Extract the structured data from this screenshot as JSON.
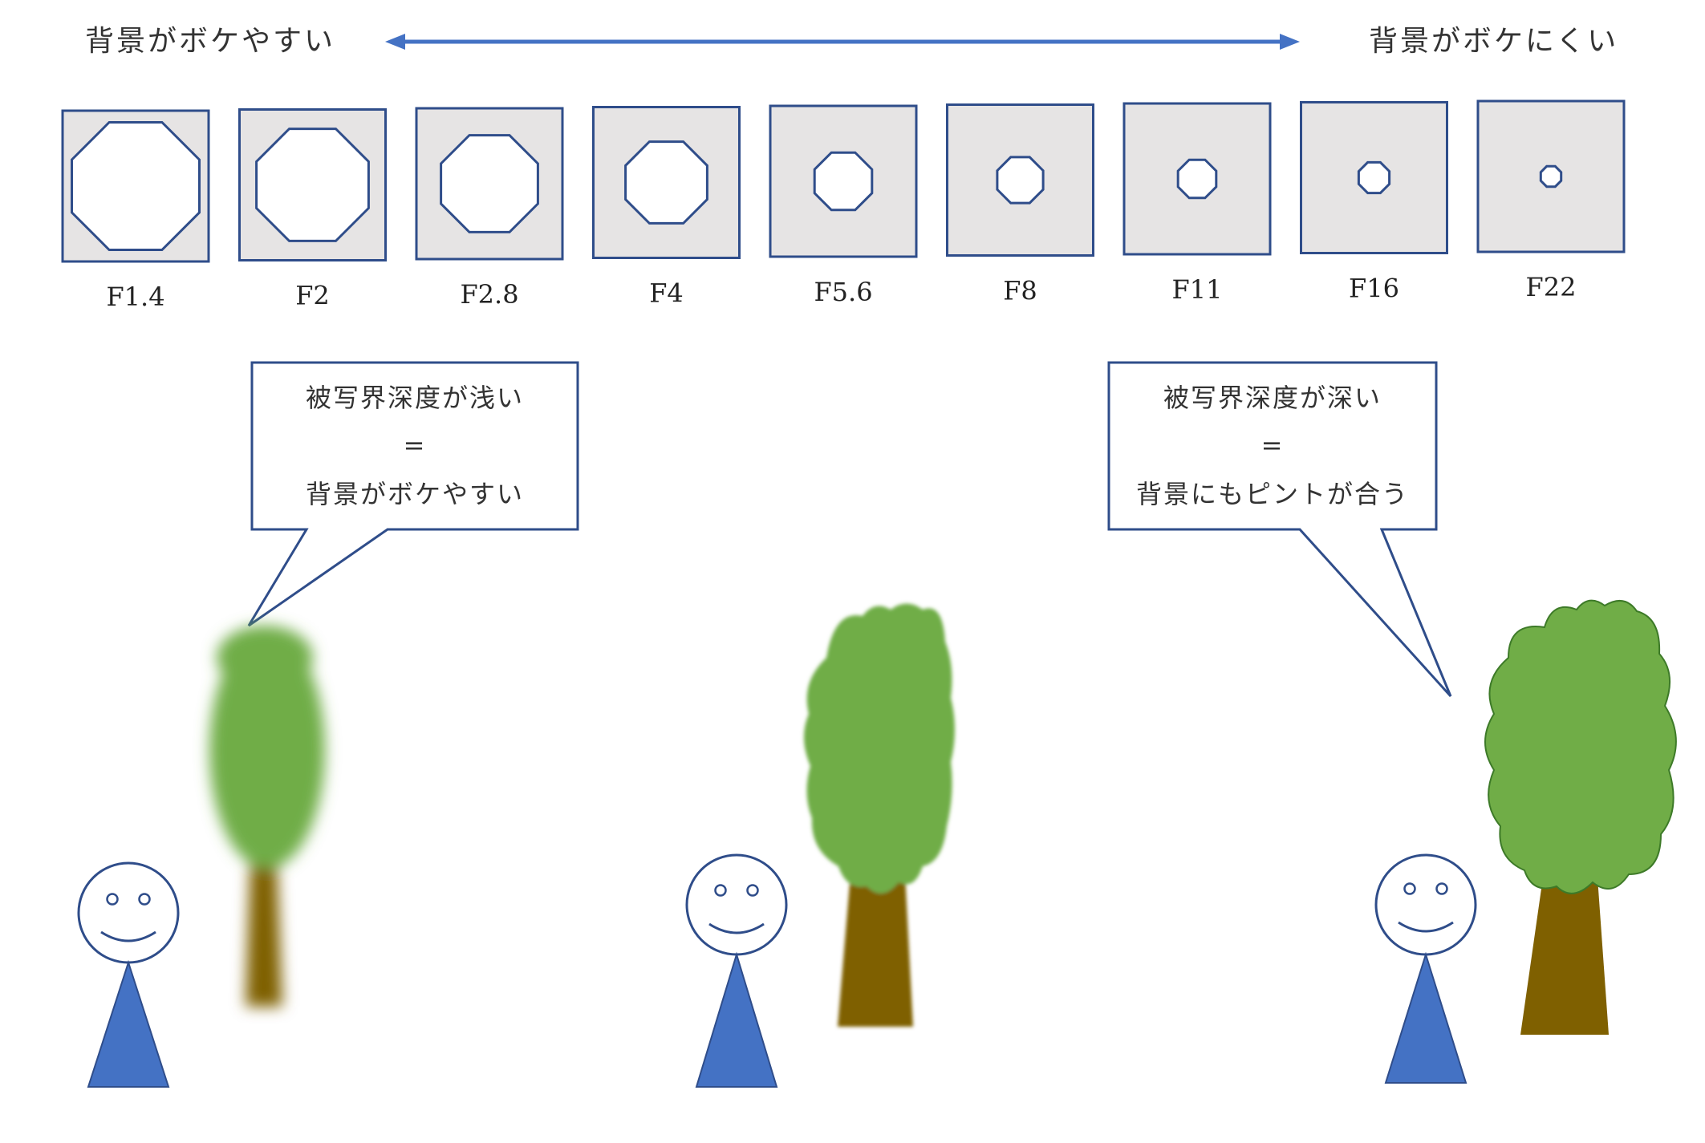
{
  "header": {
    "left_label": "背景がボケやすい",
    "right_label": "背景がボケにくい"
  },
  "apertures": [
    {
      "label": "F1.4",
      "opening": 1.0
    },
    {
      "label": "F2",
      "opening": 0.88
    },
    {
      "label": "F2.8",
      "opening": 0.76
    },
    {
      "label": "F4",
      "opening": 0.64
    },
    {
      "label": "F5.6",
      "opening": 0.45
    },
    {
      "label": "F8",
      "opening": 0.36
    },
    {
      "label": "F11",
      "opening": 0.3
    },
    {
      "label": "F16",
      "opening": 0.24
    },
    {
      "label": "F22",
      "opening": 0.16
    }
  ],
  "bubbles": {
    "shallow": {
      "line1": "被写界深度が浅い",
      "line2": "=",
      "line3": "背景がボケやすい"
    },
    "deep": {
      "line1": "被写界深度が深い",
      "line2": "=",
      "line3": "背景にもピントが合う"
    }
  },
  "colors": {
    "outline": "#2f4d8a",
    "arrow": "#4472c4",
    "aperture_fill": "#e6e4e4",
    "person_body": "#4472c4",
    "foliage": "#70ad47",
    "foliage_edge": "#3d7a28",
    "trunk": "#7f6000"
  },
  "scenes": [
    {
      "name": "shallow",
      "background_blur": "strong"
    },
    {
      "name": "medium",
      "background_blur": "slight"
    },
    {
      "name": "deep",
      "background_blur": "none"
    }
  ]
}
